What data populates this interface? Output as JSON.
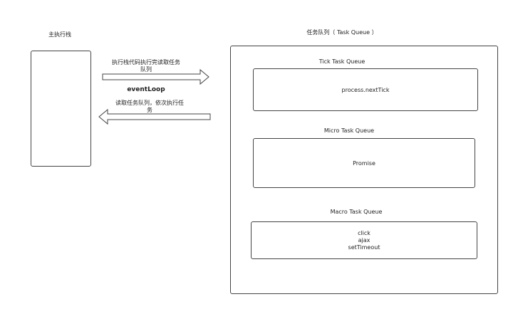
{
  "main_stack": {
    "label": "主执行栈"
  },
  "task_queue": {
    "label": "任务队列（ Task Queue ）"
  },
  "arrows": {
    "to_queue_line1": "执行栈代码执行完读取任务",
    "to_queue_line2": "队列",
    "event_loop": "eventLoop",
    "from_queue_line1": "读取任务队列，依次执行任",
    "from_queue_line2": "务"
  },
  "queues": {
    "tick": {
      "title": "Tick Task Queue",
      "items": [
        "process.nextTick"
      ]
    },
    "micro": {
      "title": "Micro Task Queue",
      "items": [
        "Promise"
      ]
    },
    "macro": {
      "title": "Macro Task Queue",
      "items": [
        "click",
        "ajax",
        "setTimeout"
      ]
    }
  }
}
